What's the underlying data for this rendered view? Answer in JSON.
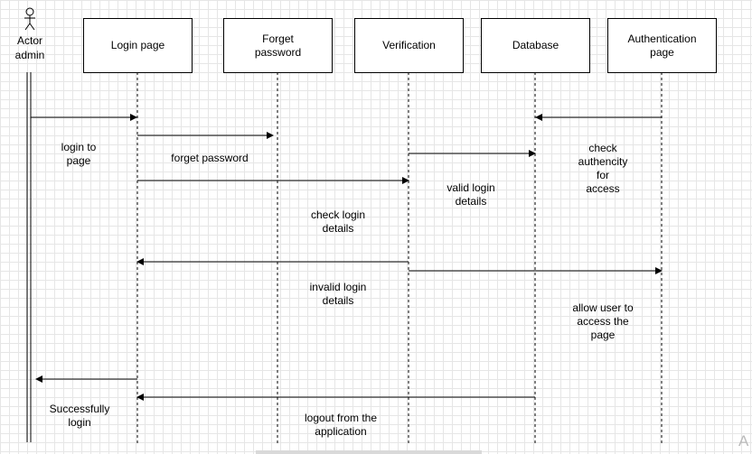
{
  "actor": {
    "label": "Actor\nadmin"
  },
  "lifelines": [
    {
      "id": "login",
      "label": "Login page"
    },
    {
      "id": "forget",
      "label": "Forget\npassword"
    },
    {
      "id": "verification",
      "label": "Verification"
    },
    {
      "id": "database",
      "label": "Database"
    },
    {
      "id": "auth",
      "label": "Authentication\npage"
    }
  ],
  "messages": [
    {
      "label": "login to\npage"
    },
    {
      "label": "forget password"
    },
    {
      "label": "check login\ndetails"
    },
    {
      "label": "valid login\ndetails"
    },
    {
      "label": "check\nauthencity\nfor\naccess"
    },
    {
      "label": "invalid login\ndetails"
    },
    {
      "label": "allow user to\naccess the\npage"
    },
    {
      "label": "Successfully\nlogin"
    },
    {
      "label": "logout from the\napplication"
    }
  ],
  "watermark": "A",
  "colors": {
    "line": "#000000",
    "grid": "#e6e6e6",
    "box_fill": "#ffffff"
  }
}
